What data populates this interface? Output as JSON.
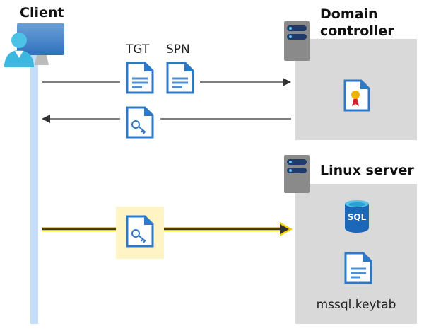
{
  "client": {
    "title": "Client"
  },
  "domain_controller": {
    "title_line1": "Domain",
    "title_line2": "controller"
  },
  "linux_server": {
    "title": "Linux server",
    "file_label": "mssql.keytab",
    "sql_label": "SQL"
  },
  "messages": {
    "tgt_label": "TGT",
    "spn_label": "SPN"
  },
  "colors": {
    "client_bar": "#c3dcf7",
    "server_box": "#d9d9d9",
    "highlight": "#fff5c4",
    "arrow_yellow": "#f2d000",
    "doc_blue": "#2f78c8"
  }
}
